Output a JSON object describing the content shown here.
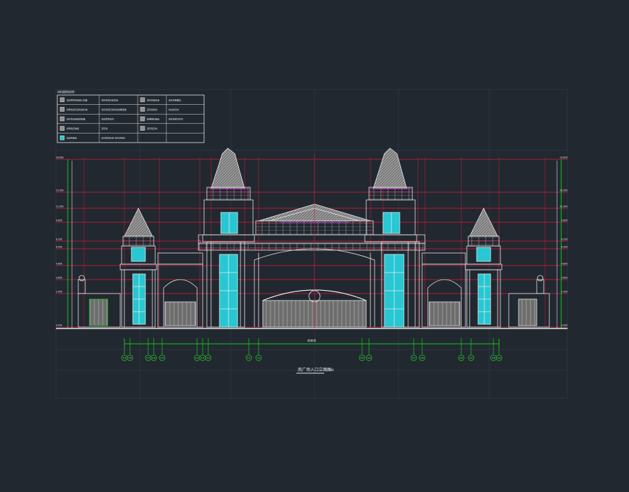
{
  "drawing": {
    "title": "南广场入口立面图",
    "scale": "1:100",
    "colors": {
      "background": "#212830",
      "line": "#e8e8e8",
      "dimension": "#e0193b",
      "axis": "#17c417",
      "glass": "#27c7d3",
      "fill": "#8f8f8f",
      "annotation": "#d63bd6"
    }
  },
  "legend": {
    "title": "材料图例说明：",
    "rows": [
      [
        "浅米黄色花岗岩火烧面",
        "深灰色真石漆喷涂",
        "深灰色铝合金",
        "深灰色屋面瓦"
      ],
      [
        "米黄色真石漆喷涂外墙",
        "浅灰色真石漆喷涂线脚造型",
        "深灰色铸铁",
        "米白色石材"
      ],
      [
        "深灰色花岗岩荔枝面",
        "浅米黄色石材",
        "透明钢化玻璃",
        "深灰色铁艺栏杆"
      ],
      [
        "米黄色花岗岩",
        "深灰色",
        "深灰色石材",
        ""
      ],
      [
        "浅蓝色玻璃",
        "米白色真石漆 仿石材线条",
        "",
        ""
      ]
    ]
  },
  "elevation_labels": {
    "left": [
      "16.800",
      "13.500",
      "11.000",
      "9.800",
      "8.200",
      "6.400",
      "4.800",
      "3.600",
      "2.400",
      "0.000"
    ],
    "right": [
      "16.800",
      "13.500",
      "11.000",
      "9.800",
      "8.200",
      "6.400",
      "4.800",
      "3.600",
      "2.400",
      "0.000"
    ]
  },
  "axes": {
    "bubbles": [
      "1-9",
      "1-8",
      "1-7",
      "1-6",
      "1-5",
      "1-4",
      "1-3",
      "1-2",
      "1-1",
      "1-J",
      "1-H",
      "1-G",
      "1-F",
      "1-E",
      "1-D",
      "1-C",
      "1-B",
      "1-A"
    ],
    "overall_dim": "46800"
  }
}
